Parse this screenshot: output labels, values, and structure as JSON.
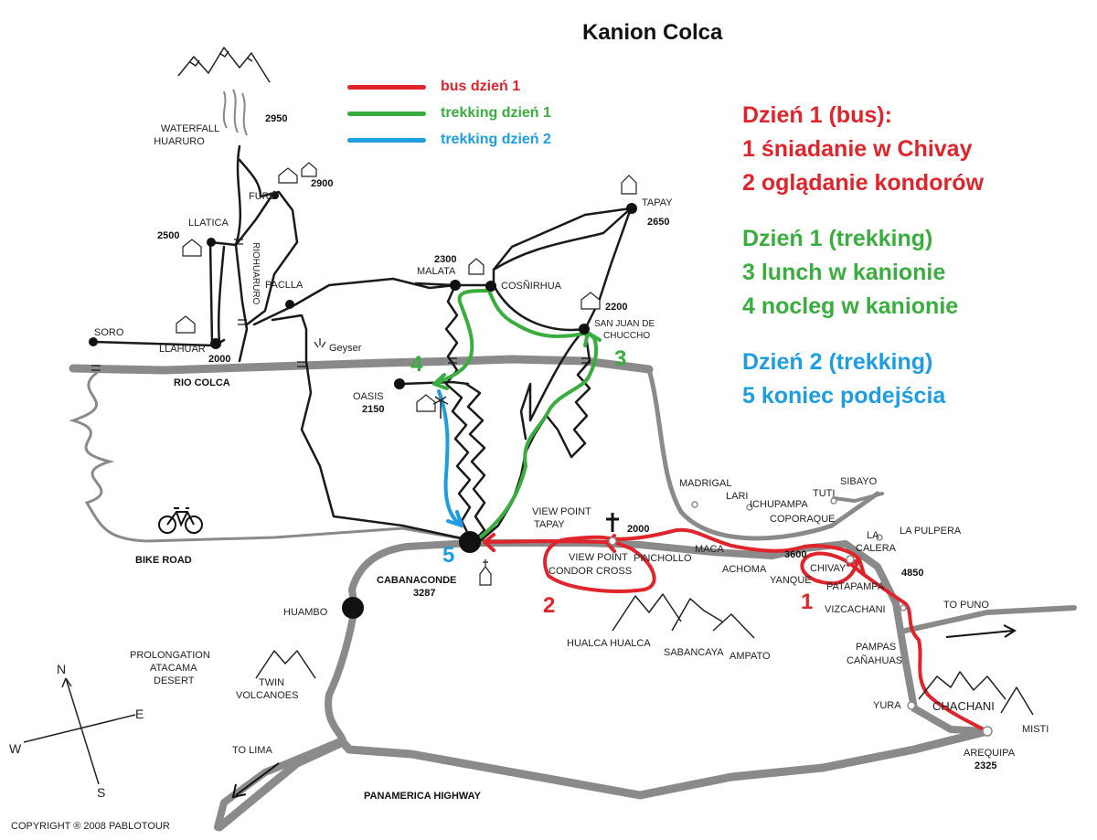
{
  "title": "Kanion Colca",
  "colors": {
    "bus": "#e0242b",
    "trek1": "#3aad3f",
    "trek2": "#1e9ee0",
    "road": "#8a8a8a",
    "trail": "#1a1a1a"
  },
  "legend": [
    {
      "label": "bus dzień 1",
      "color": "#e0242b"
    },
    {
      "label": "trekking dzień 1",
      "color": "#3aad3f"
    },
    {
      "label": "trekking dzień 2",
      "color": "#1e9ee0"
    }
  ],
  "notes": [
    {
      "color": "#e0242b",
      "lines": [
        "Dzień 1 (bus):",
        "1 śniadanie w Chivay",
        "2 oglądanie kondorów"
      ]
    },
    {
      "color": "#3aad3f",
      "lines": [
        "Dzień 1 (trekking)",
        "3 lunch w kanionie",
        "4 nocleg w kanionie"
      ]
    },
    {
      "color": "#1e9ee0",
      "lines": [
        "Dzień 2 (trekking)",
        "5 koniec podejścia"
      ]
    }
  ],
  "markers": {
    "m1": "1",
    "m2": "2",
    "m3": "3",
    "m4": "4",
    "m5": "5"
  },
  "places": {
    "waterfall1": "WATERFALL",
    "waterfall2": "HUARURO",
    "e2950": "2950",
    "fure": "FURE",
    "e2900": "2900",
    "llatica": "LLATICA",
    "e2500": "2500",
    "riohuaruro": "RIOHUARURO",
    "paclla": "PACLLA",
    "soro": "SORO",
    "llahuar": "LLAHUAR",
    "e2000a": "2000",
    "geyser": "Geyser",
    "riocolca": "RIO COLCA",
    "malata_e": "2300",
    "malata": "MALATA",
    "cosnirhua": "COSÑIRHUA",
    "tapay": "TAPAY",
    "e2650": "2650",
    "e2200": "2200",
    "sanjuan1": "SAN JUAN DE",
    "sanjuan2": "CHUCCHO",
    "oasis": "OASIS",
    "e2150": "2150",
    "vp_tapay1": "VIEW POINT",
    "vp_tapay2": "TAPAY",
    "e2000b": "2000",
    "vp_condor1": "VIEW POINT",
    "vp_condor2": "CONDOR CROSS",
    "pinchollo": "PINCHOLLO",
    "maca": "MACA",
    "achoma": "ACHOMA",
    "yanque": "YANQUE",
    "e3600": "3600",
    "chivay": "CHIVAY",
    "tatapampa": "PATAPAMPA",
    "madrigal": "MADRIGAL",
    "lari": "LARI",
    "ichupampa": "ICHUPAMPA",
    "tuti": "TUTI",
    "sibayo": "SIBAYO",
    "coporaque": "COPORAQUE",
    "lacalera1": "LA",
    "lacalera2": "CALERA",
    "lapulpera": "LA PULPERA",
    "e4850": "4850",
    "topuno": "TO PUNO",
    "vizcachani": "VIZCACHANI",
    "pampas1": "PAMPAS",
    "pampas2": "CAÑAHUAS",
    "yura": "YURA",
    "chachani": "CHACHANI",
    "misti": "MISTI",
    "arequipa": "AREQUIPA",
    "e2325": "2325",
    "cabanaconde": "CABANACONDE",
    "e3287": "3287",
    "bikeroad": "BIKE ROAD",
    "huambo": "HUAMBO",
    "prolong1": "PROLONGATION",
    "prolong2": "ATACAMA",
    "prolong3": "DESERT",
    "twin1": "TWIN",
    "twin2": "VOLCANOES",
    "hualca": "HUALCA HUALCA",
    "sabancaya": "SABANCAYA",
    "ampato": "AMPATO",
    "tolima": "TO LIMA",
    "panamerica": "PANAMERICA HIGHWAY"
  },
  "compass": {
    "n": "N",
    "e": "E",
    "s": "S",
    "w": "W"
  },
  "copyright": "COPYRIGHT ® 2008 PABLOTOUR"
}
